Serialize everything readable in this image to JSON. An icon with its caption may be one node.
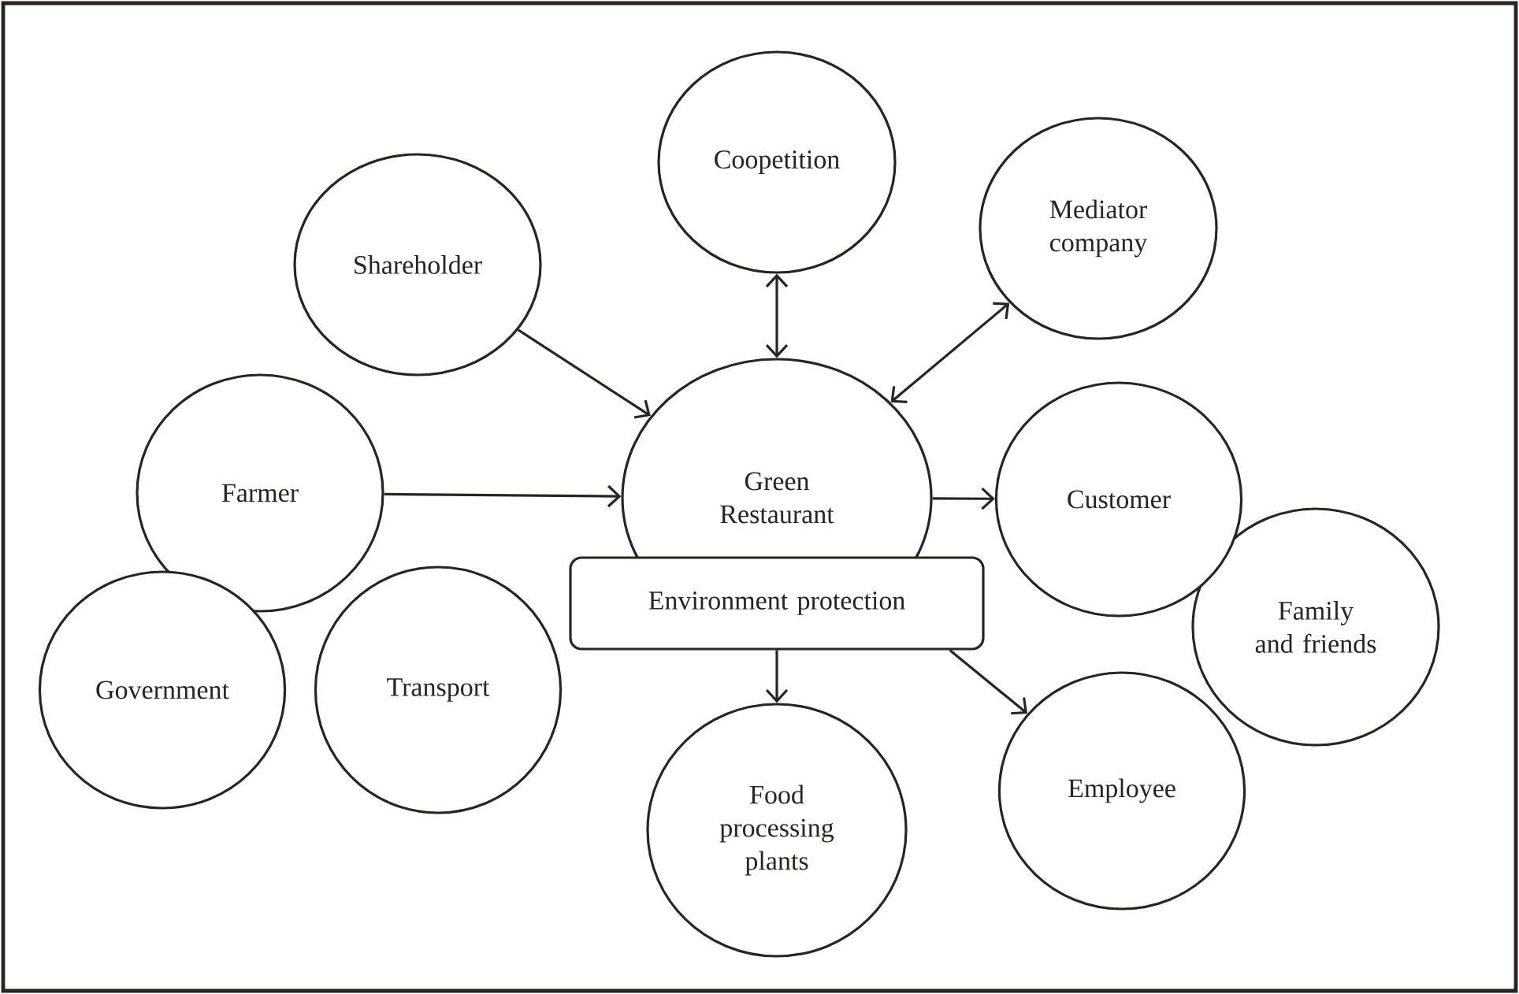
{
  "diagram": {
    "nodes": [
      {
        "text": [
          "Coopetition"
        ]
      },
      {
        "text": [
          "Mediator company"
        ]
      },
      {
        "text": [
          "Shareholder"
        ]
      },
      {
        "text": [
          "Farmer"
        ]
      },
      {
        "text": [
          "Green Restaurant"
        ]
      },
      {
        "text": [
          "Environment protection"
        ]
      },
      {
        "text": [
          "Customer"
        ]
      },
      {
        "text": [
          "Family and friends"
        ]
      },
      {
        "text": [
          "Government"
        ]
      },
      {
        "text": [
          "Transport"
        ]
      },
      {
        "text": [
          "Food processing plants"
        ]
      },
      {
        "text": [
          "Employee"
        ]
      }
    ],
    "edges": [
      {
        "from": 2,
        "to": 4,
        "arrow": "to"
      },
      {
        "from": 3,
        "to": 4,
        "arrow": "to"
      },
      {
        "from": 0,
        "to": 4,
        "arrow": "both"
      },
      {
        "from": 1,
        "to": 4,
        "arrow": "both"
      },
      {
        "from": 4,
        "to": 6,
        "arrow": "to"
      },
      {
        "from": 5,
        "to": 10,
        "arrow": "to"
      },
      {
        "from": 5,
        "to": 11,
        "arrow": "to"
      }
    ]
  }
}
